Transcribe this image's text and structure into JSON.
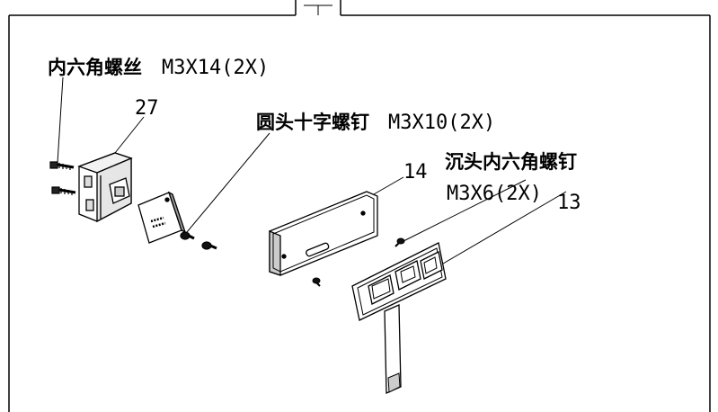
{
  "labels": {
    "hex_screw_m3x14_cn": "内六角螺丝",
    "hex_screw_m3x14_spec": "M3X14(2X)",
    "pan_head_screw_cn": "圆头十字螺钉",
    "pan_head_screw_spec": "M3X10(2X)",
    "countersunk_hex_screw_cn": "沉头内六角螺钉",
    "countersunk_hex_screw_spec": "M3X6(2X)"
  },
  "callouts": {
    "part_27": "27",
    "part_14": "14",
    "part_13": "13"
  }
}
